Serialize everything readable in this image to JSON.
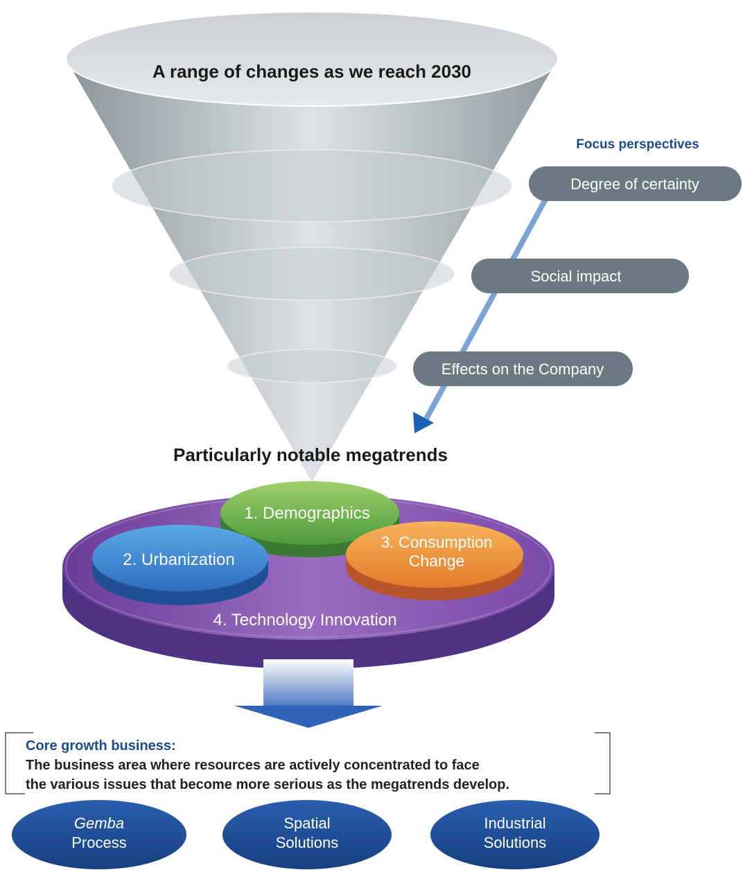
{
  "funnel": {
    "title": "A range of changes as we reach 2030"
  },
  "focus": {
    "heading": "Focus perspectives",
    "items": [
      "Degree of certainty",
      "Social impact",
      "Effects on the Company"
    ]
  },
  "megatrends": {
    "heading": "Particularly notable megatrends",
    "items": [
      "1. Demographics",
      "2. Urbanization",
      "3. Consumption",
      "Change",
      "4. Technology Innovation"
    ]
  },
  "core": {
    "heading": "Core growth business:",
    "description_line1": "The business area where resources are actively concentrated to face",
    "description_line2": "the various issues that become more serious as the megatrends develop."
  },
  "businesses": [
    {
      "line1": "Gemba",
      "line2": "Process"
    },
    {
      "line1": "Spatial",
      "line2": "Solutions"
    },
    {
      "line1": "Industrial",
      "line2": "Solutions"
    }
  ],
  "colors": {
    "accent_blue": "#1b4b8c",
    "pill_gray": "#6b7a82",
    "megatrend_purple": "#7a4aa0",
    "demographics_green": "#5a9e3c",
    "urbanization_blue": "#2f7ec4",
    "consumption_orange": "#e8842f",
    "business_navy": "#1d4f95"
  },
  "icons": [
    "funnel-icon",
    "arrow-down-icon",
    "diagonal-arrow-icon"
  ]
}
